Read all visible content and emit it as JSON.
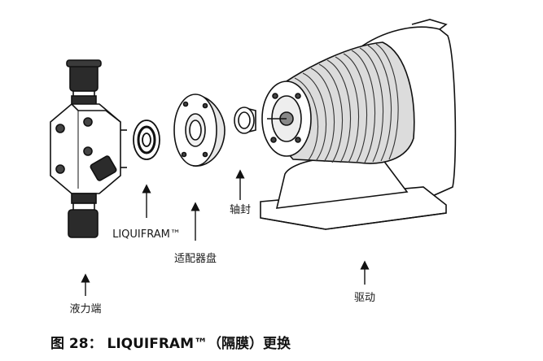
{
  "labels": {
    "liquifram": "LIQUIFRAM™",
    "adapter": "适配器盘",
    "seal": "轴封",
    "liquid_end": "液力端",
    "drive": "驱动"
  },
  "caption": "图 28：  LIQUIFRAM™（隔膜）更换"
}
